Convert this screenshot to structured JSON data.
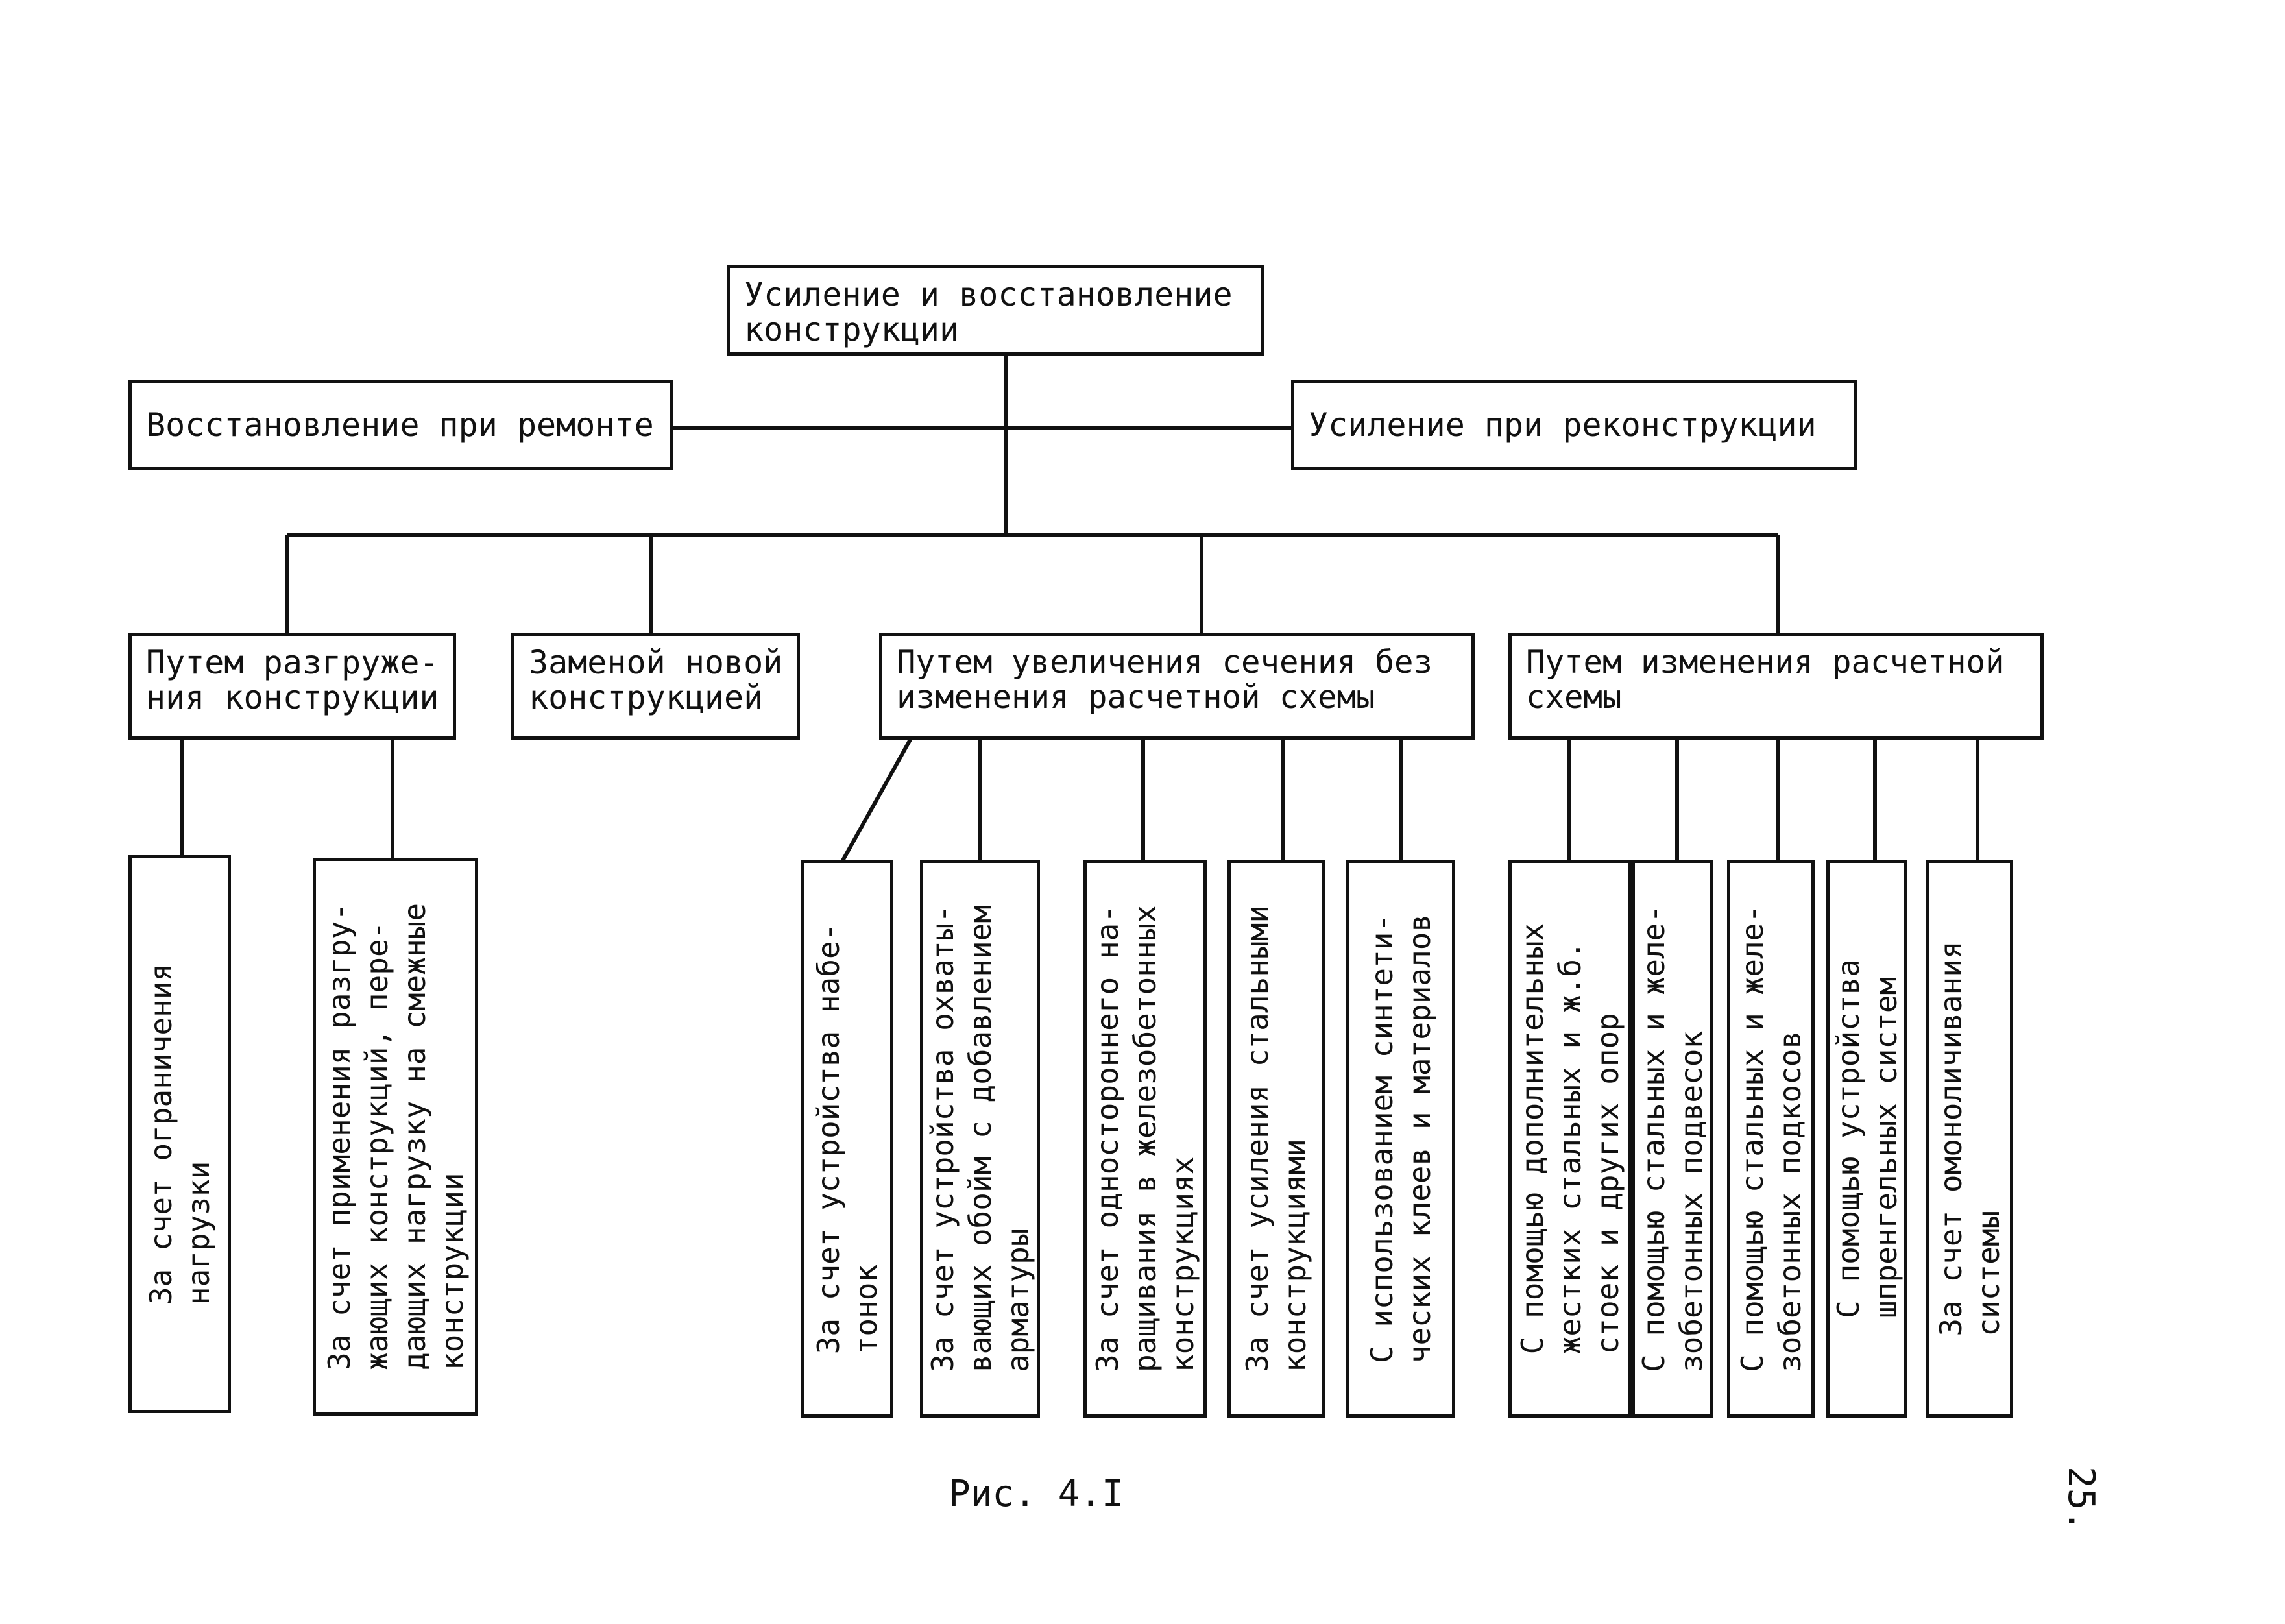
{
  "root": {
    "line1": "Усиление и восстановление",
    "line2": "конструкции"
  },
  "level1": {
    "left": "Восстановление при ремонте",
    "right": "Усиление при реконструкции"
  },
  "methods": {
    "unloading": {
      "line1": "Путем разгруже-",
      "line2": "ния конструкции"
    },
    "replacement": {
      "line1": "Заменой новой",
      "line2": "конструкцией"
    },
    "section": {
      "line1": "Путем увеличения сечения без",
      "line2": "изменения расчетной схемы"
    },
    "scheme": {
      "line1": "Путем изменения расчетной",
      "line2": "схемы"
    }
  },
  "leaves": {
    "load_limit": {
      "line1": "За счет ограничения",
      "line2": "нагрузки"
    },
    "unloading_structures": {
      "line1": "За счет применения разгру-",
      "line2": "жающих конструкций, пере-",
      "line3": "дающих нагрузку на смежные",
      "line4": "конструкции"
    },
    "shotcrete": {
      "line1": "За счет устройства набе-",
      "line2": "тонок"
    },
    "jackets": {
      "line1": "За счет устройства охваты-",
      "line2": "вающих обойм с добавлением",
      "line3": "арматуры"
    },
    "one_sided": {
      "line1": "За счет одностороннего на-",
      "line2": "ращивания в железобетонных",
      "line3": "конструкциях"
    },
    "steel": {
      "line1": "За счет усиления стальными",
      "line2": "конструкциями"
    },
    "synthetic": {
      "line1": "С использованием синтети-",
      "line2": "ческих клеев и материалов"
    },
    "supports": {
      "line1": "С помощью дополнительных",
      "line2": "жестких стальных и ж.б.",
      "line3": "стоек и других опор"
    },
    "hangers": {
      "line1": "С помощью стальных и желе-",
      "line2": "зобетонных подвесок"
    },
    "braces": {
      "line1": "С помощью стальных и желе-",
      "line2": "зобетонных подкосов"
    },
    "truss": {
      "line1": "С помощью устройства",
      "line2": "шпренгельных систем"
    },
    "monolith": {
      "line1": "За счет омоноличивания",
      "line2": "системы"
    }
  },
  "caption": "Рис. 4.I",
  "page_number": "25."
}
